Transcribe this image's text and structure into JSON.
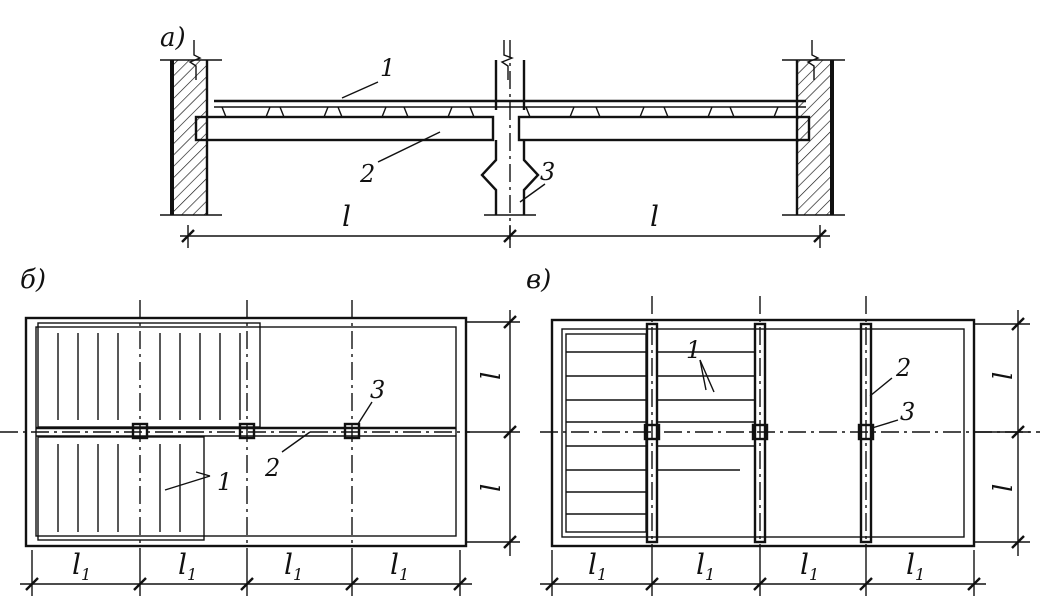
{
  "panels": {
    "a": {
      "label": "а)"
    },
    "b": {
      "label": "б)"
    },
    "c": {
      "label": "в)"
    }
  },
  "callouts": {
    "n1": "1",
    "n2": "2",
    "n3": "3"
  },
  "dimensions": {
    "span": "l",
    "span_sub": "l",
    "sub_index": "1"
  }
}
